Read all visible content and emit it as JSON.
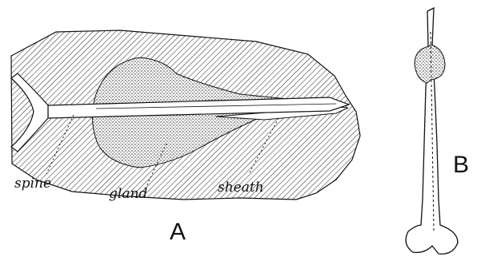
{
  "figure": {
    "labels": {
      "spine": "spine",
      "gland": "gland",
      "sheath": "sheath"
    },
    "panels": {
      "a": "A",
      "b": "B"
    }
  }
}
